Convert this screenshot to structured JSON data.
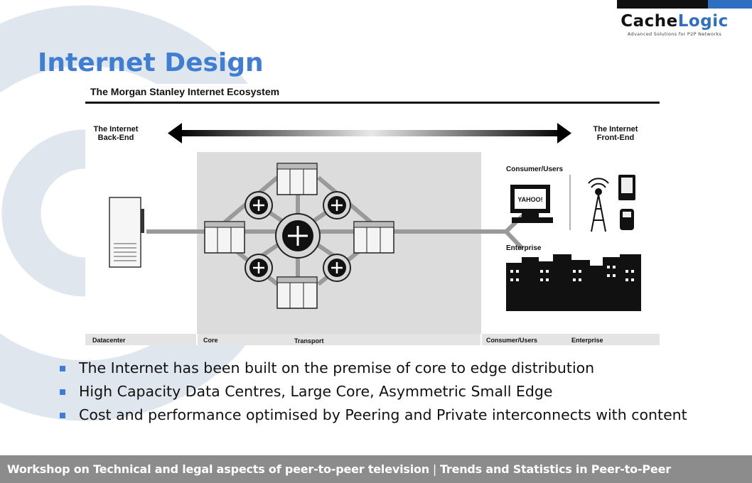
{
  "header": {
    "logo_part1": "Cache",
    "logo_part2": "Logic",
    "logo_tagline": "Advanced Solutions for P2P Networks",
    "brand_color": "#2e6fc2"
  },
  "slide": {
    "title": "Internet Design",
    "title_color": "#3f7ed2"
  },
  "figure": {
    "title": "The Morgan Stanley Internet Ecosystem",
    "left_label_line1": "The Internet",
    "left_label_line2": "Back-End",
    "right_label_line1": "The Internet",
    "right_label_line2": "Front-End",
    "consumer_users_label": "Consumer/Users",
    "enterprise_label": "Enterprise",
    "monitor_text": "YAHOO!",
    "bottom_labels": {
      "datacenter": "Datacenter",
      "core": "Core",
      "transport": "Transport",
      "consumer_users": "Consumer/Users",
      "enterprise": "Enterprise"
    }
  },
  "bullets": [
    "The Internet has been built on the premise of core to edge distribution",
    "High Capacity Data Centres, Large Core, Asymmetric Small Edge",
    "Cost and performance optimised by Peering and Private interconnects with content"
  ],
  "footer": {
    "workshop": "Workshop on Technical and legal aspects of peer-to-peer television",
    "separator": " | ",
    "talk": "Trends and Statistics in Peer-to-Peer"
  },
  "icons": [
    "router-icon",
    "server-rack-icon",
    "datacenter-server-icon",
    "computer-monitor-icon",
    "radio-tower-icon",
    "mobile-phone-icon",
    "office-buildings-icon",
    "bullet-square-icon"
  ]
}
